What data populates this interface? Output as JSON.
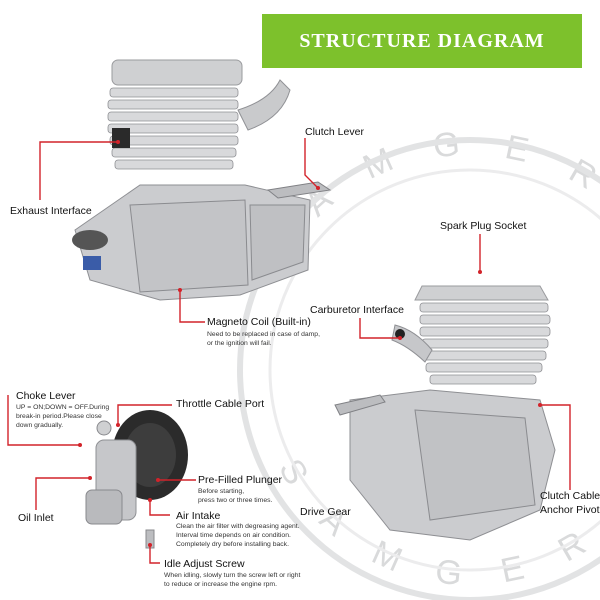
{
  "title": "STRUCTURE DIAGRAM",
  "watermark": "SAMGER",
  "colors": {
    "banner": "#7dc12c",
    "leader": "#d2232a",
    "metal": "#c8c9cb"
  },
  "labels": {
    "clutch_lever": "Clutch Lever",
    "exhaust_interface": "Exhaust Interface",
    "spark_plug_socket": "Spark Plug Socket",
    "magneto_coil": "Magneto Coil (Built-in)",
    "magneto_note_1": "Need to be replaced in case of damp,",
    "magneto_note_2": "or the ignition will fail.",
    "carburetor_interface": "Carburetor Interface",
    "choke_lever": "Choke Lever",
    "choke_note_1": "UP = ON;DOWN = OFF.During",
    "choke_note_2": "break-in period.Please close",
    "choke_note_3": "down gradually.",
    "throttle_cable_port": "Throttle Cable  Port",
    "pre_filled_plunger": "Pre-Filled Plunger",
    "plunger_note_1": "Before starting,",
    "plunger_note_2": "press two or three times.",
    "oil_inlet": "Oil Inlet",
    "air_intake": "Air Intake",
    "air_note_1": "Clean the air filter with degreasing agent.",
    "air_note_2": "Interval time depends on air condition.",
    "air_note_3": "Completely dry before installing back.",
    "drive_gear": "Drive Gear",
    "clutch_cable_1": "Clutch Cable",
    "clutch_cable_2": "Anchor Pivot",
    "idle_adjust_screw": "Idle Adjust Screw",
    "idle_note_1": "When idling, slowly turn the screw left or right",
    "idle_note_2": "to reduce or increase the engine rpm."
  }
}
